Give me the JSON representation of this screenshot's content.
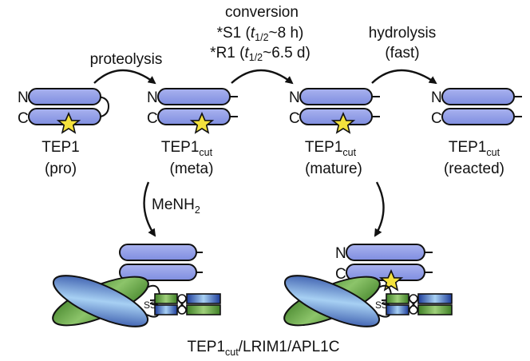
{
  "colors": {
    "capsule_fill": "#8f9ce6",
    "capsule_stroke": "#111111",
    "star_fill": "#f4e23c",
    "green": "#5ea33b",
    "blue_dark": "#1d3c9a",
    "blue_light": "#9cc8f0",
    "arrow": "#111111"
  },
  "steps": {
    "proteolysis": "proteolysis",
    "conversion": "conversion",
    "s1_prefix": "*S1 (",
    "r1_prefix": "*R1 (",
    "t": "t",
    "half": "1/2",
    "s1_value": "~8 h)",
    "r1_value": "~6.5 d)",
    "hydrolysis": "hydrolysis",
    "fast": "(fast)",
    "menh2_base": "MeNH",
    "menh2_sub": "2"
  },
  "termini": {
    "n": "N",
    "c": "C"
  },
  "states": [
    {
      "name": "TEP1",
      "sub": "",
      "state": "(pro)"
    },
    {
      "name": "TEP1",
      "sub": "cut",
      "state": "(meta)"
    },
    {
      "name": "TEP1",
      "sub": "cut",
      "state": "(mature)"
    },
    {
      "name": "TEP1",
      "sub": "cut",
      "state": "(reacted)"
    }
  ],
  "complex": {
    "ss": "SS",
    "name": "TEP1",
    "sub": "cut",
    "rest": "/LRIM1/APL1C"
  },
  "icons": [
    "star-icon",
    "arrow-icon"
  ]
}
